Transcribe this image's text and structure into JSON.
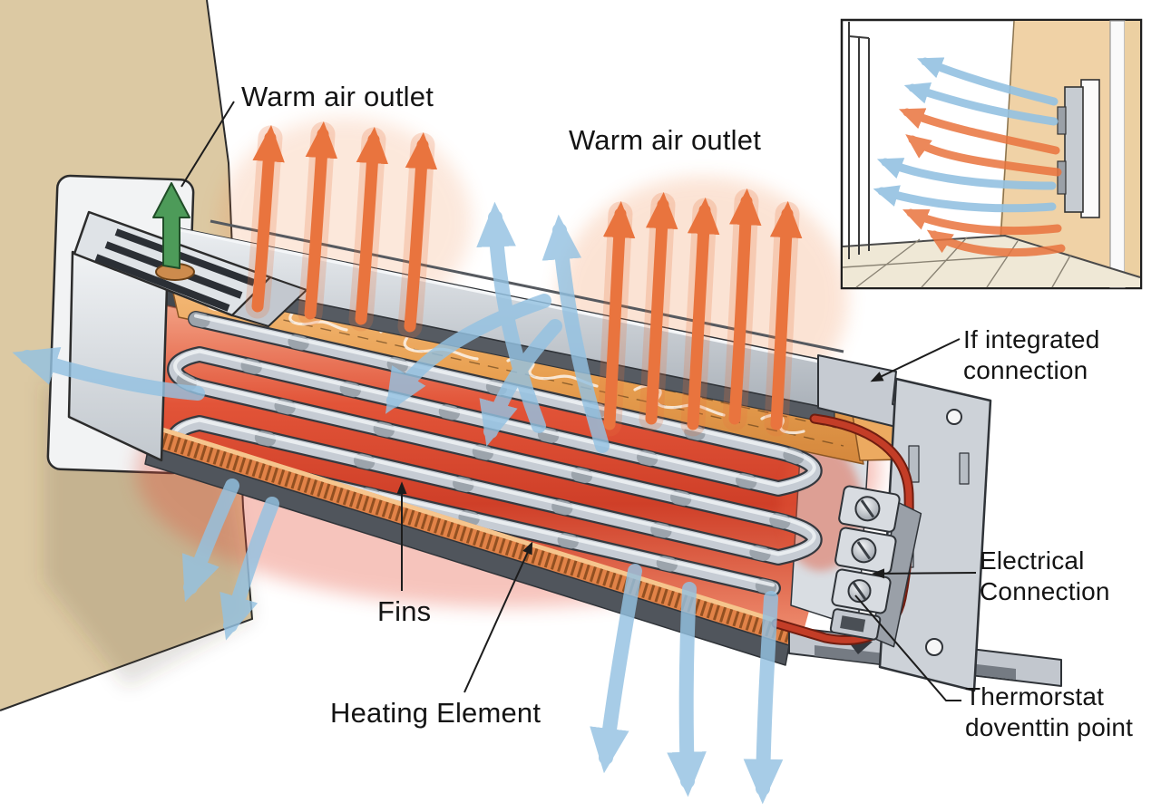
{
  "labels": {
    "warm_air_outlet_left": "Warm air outlet",
    "warm_air_outlet_right": "Warm air outlet",
    "if_integrated_connection": "If integrated\nconnection",
    "electrical_connection": "Electrical\nConnection",
    "thermostat_connection": "Thermorstat\ndoventtin point",
    "fins": "Fins",
    "heating_element": "Heating Element"
  },
  "colors": {
    "warm_air": "#e9743e",
    "cool_air": "#94c2e2",
    "heater_glow": "#d94a30",
    "fin_plate": "#e8a55c",
    "wall": "#dcc9a3",
    "inset_wall": "#f0d2a6",
    "metal": "#c6cbd2",
    "wire": "#c33d27",
    "indicator_arrow": "#4d9b59",
    "leader_line": "#1c1c1c"
  }
}
